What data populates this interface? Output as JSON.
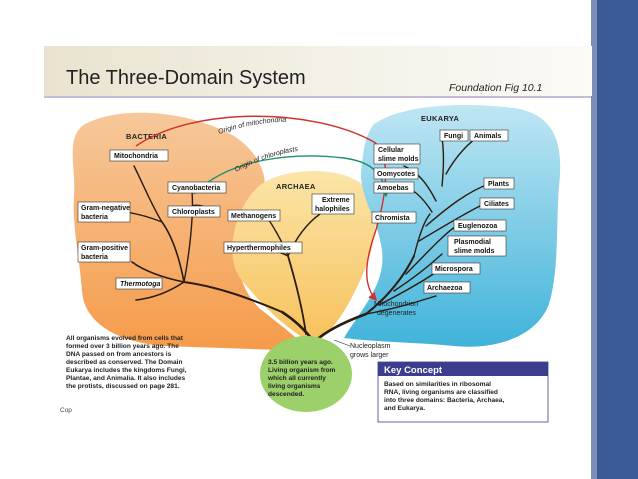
{
  "slide": {
    "title": "The Three-Domain System",
    "reference": "Foundation Fig 10.1",
    "copyright_fragment": "Cop"
  },
  "colors": {
    "accent_bar": "#3d5a98",
    "bacteria_blob": "#f7a45a",
    "archaea_blob": "#fbd27a",
    "eukarya_blob": "#55bfe0",
    "mitochondria_arrow": "#d0312d",
    "chloroplast_arrow": "#1f8f6f",
    "key_concept_header": "#3a3e8c",
    "root_circle": "#9bd06a"
  },
  "domains": {
    "bacteria": "BACTERIA",
    "archaea": "ARCHAEA",
    "eukarya": "EUKARYA"
  },
  "bacteria_labels": {
    "mitochondria": "Mitochondria",
    "cyanobacteria": "Cyanobacteria",
    "gram_negative_1": "Gram-negative",
    "gram_negative_2": "bacteria",
    "chloroplasts": "Chloroplasts",
    "gram_positive_1": "Gram-positive",
    "gram_positive_2": "bacteria",
    "thermotoga": "Thermotoga"
  },
  "archaea_labels": {
    "methanogens": "Methanogens",
    "extreme_1": "Extreme",
    "extreme_2": "halophiles",
    "hyperthermophiles": "Hyperthermophiles"
  },
  "eukarya_labels": {
    "fungi": "Fungi",
    "animals": "Animals",
    "cellular_1": "Cellular",
    "cellular_2": "slime molds",
    "oomycotes": "Oomycotes",
    "amoebas": "Amoebas",
    "plants": "Plants",
    "ciliates": "Ciliates",
    "chromista": "Chromista",
    "euglenozoa": "Euglenozoa",
    "plasmodial_1": "Plasmodial",
    "plasmodial_2": "slime molds",
    "microspora": "Microspora",
    "archaezoa": "Archaezoa",
    "mito_degen_1": "Mitochondrion",
    "mito_degen_2": "degenerates"
  },
  "arrows": {
    "mitochondria": "Origin of mitochondria",
    "chloroplasts": "Origin of chloroplasts"
  },
  "nucleoplasm": {
    "line1": "Nucleoplasm",
    "line2": "grows larger"
  },
  "root": {
    "lines": [
      "3.5 billion years ago.",
      "Living organism from",
      "which all currently",
      "living organisms",
      "descended."
    ]
  },
  "note": {
    "lines": [
      "All organisms evolved from cells that",
      "formed over 3 billion years ago. The",
      "DNA passed on from ancestors is",
      "described as conserved. The Domain",
      "Eukarya includes the kingdoms Fungi,",
      "Plantae, and Animalia. It also includes",
      "the protists, discussed on page 281."
    ]
  },
  "key_concept": {
    "title": "Key Concept",
    "lines": [
      "Based on similarities in ribosomal",
      "RNA, living organisms are classified",
      "into three domains: Bacteria, Archaea,",
      "and Eukarya."
    ]
  }
}
